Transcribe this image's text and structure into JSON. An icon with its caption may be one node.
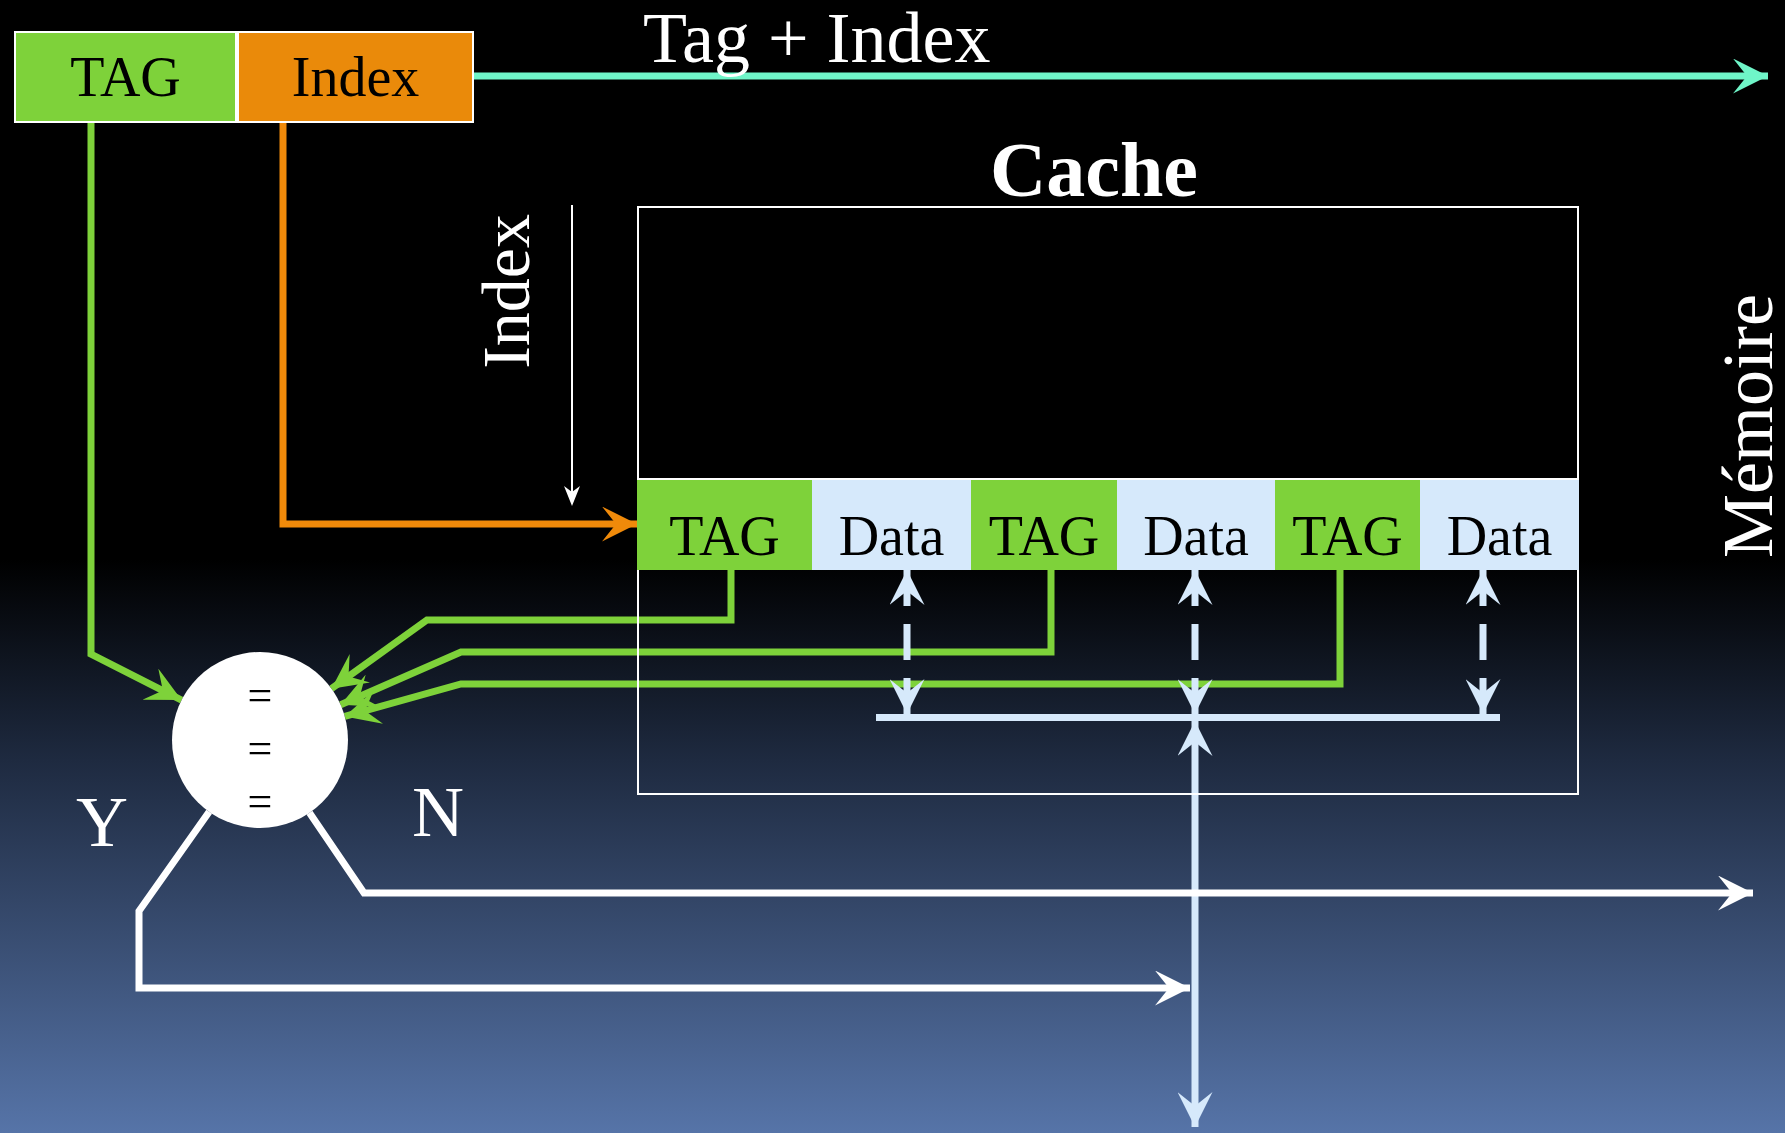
{
  "diagram": {
    "nodes": [
      {
        "text": [
          "TAG"
        ]
      },
      {
        "text": [
          "Index"
        ]
      },
      {
        "text": [
          "Cache"
        ]
      },
      {
        "text": [
          "TAG"
        ],
        "in": 2
      },
      {
        "text": [
          "Data"
        ],
        "in": 2
      },
      {
        "text": [
          "TAG"
        ],
        "in": 2
      },
      {
        "text": [
          "Data"
        ],
        "in": 2
      },
      {
        "text": [
          "TAG"
        ],
        "in": 2
      },
      {
        "text": [
          "Data"
        ],
        "in": 2
      },
      {
        "text": [
          "=",
          "=",
          "="
        ]
      },
      {
        "text": [],
        "shape": "bar",
        "in": 2
      }
    ],
    "edges": [
      {
        "from": 1,
        "to": null,
        "arrow": "to",
        "label": "Tag + Index",
        "color": "#6ff5c8"
      },
      {
        "from": 0,
        "to": 9,
        "arrow": "to"
      },
      {
        "from": 1,
        "to": 3,
        "arrow": "to",
        "color": "#f08a0a"
      },
      {
        "from": 3,
        "to": 9,
        "arrow": "to"
      },
      {
        "from": 5,
        "to": 9,
        "arrow": "to"
      },
      {
        "from": 7,
        "to": 9,
        "arrow": "to"
      },
      {
        "from": 4,
        "to": 10,
        "arrow": "both",
        "style": "dashed",
        "color": "#d6e9fb"
      },
      {
        "from": 6,
        "to": 10,
        "arrow": "both",
        "style": "dashed",
        "color": "#d6e9fb"
      },
      {
        "from": 8,
        "to": 10,
        "arrow": "both",
        "style": "dashed",
        "color": "#d6e9fb"
      },
      {
        "from": 10,
        "to": null,
        "arrow": "both",
        "color": "#d6e9fb"
      },
      {
        "from": 9,
        "to": null,
        "arrow": "to",
        "label": "N",
        "color": "#ffffff"
      },
      {
        "from": 9,
        "to": null,
        "arrow": "to",
        "label": "Y",
        "color": "#ffffff"
      }
    ],
    "labels": [
      "Index",
      "Mémoire"
    ]
  }
}
